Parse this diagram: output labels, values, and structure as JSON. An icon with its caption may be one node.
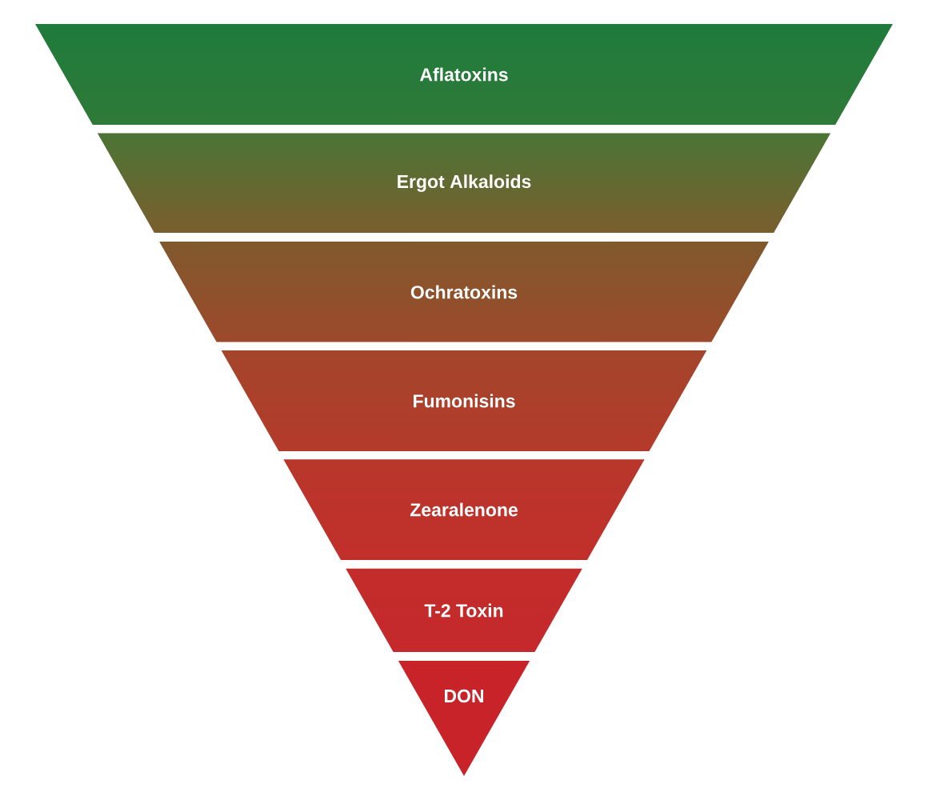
{
  "diagram": {
    "nodes": [
      {
        "text": [
          "Aflatoxins"
        ]
      },
      {
        "text": [
          "Ergot Alkaloids"
        ]
      },
      {
        "text": [
          "Ochratoxins"
        ]
      },
      {
        "text": [
          "Fumonisins"
        ]
      },
      {
        "text": [
          "Zearalenone"
        ]
      },
      {
        "text": [
          "T-2 Toxin"
        ]
      },
      {
        "text": [
          "DON"
        ]
      }
    ]
  }
}
